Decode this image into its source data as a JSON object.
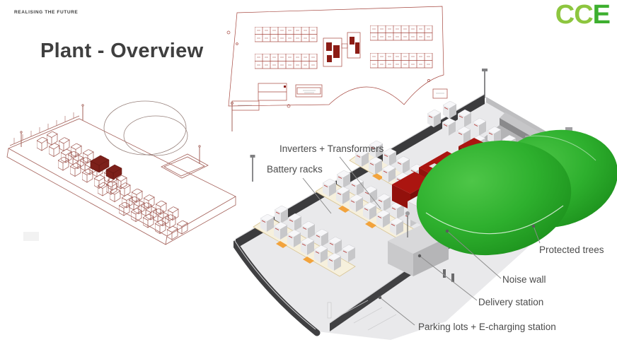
{
  "slide": {
    "tagline": "REALISING THE FUTURE",
    "title": "Plant - Overview",
    "brand_cc": "CC",
    "brand_e": "E"
  },
  "annotations": {
    "inverters": {
      "label": "Inverters + Transformers"
    },
    "battery": {
      "label": "Battery racks"
    },
    "protected_trees": {
      "label": "Protected trees"
    },
    "noise_wall": {
      "label": "Noise wall"
    },
    "delivery_station": {
      "label": "Delivery station"
    },
    "parking": {
      "label": "Parking lots + E-charging station"
    }
  },
  "colors": {
    "brand_light_green": "#8dc63f",
    "brand_dark_green": "#3daf2f",
    "cad_red": "#a5463e",
    "cad_dark_red": "#8c1d16",
    "tree_green": "#2eb02e",
    "noise_wall_dark": "#3d3d3f",
    "ground_gray": "#e9e9eb",
    "label_text": "#4b4b4b",
    "title_text": "#3f3f3f"
  }
}
